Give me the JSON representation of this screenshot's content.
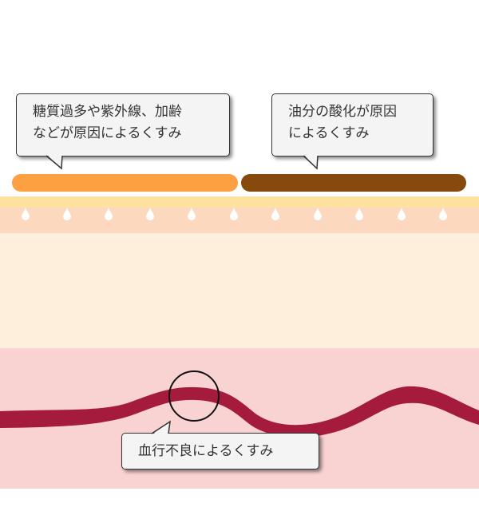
{
  "callouts": {
    "sugar": {
      "line1": "糖質過多や紫外線、加齢",
      "line2": "などが原因によるくすみ"
    },
    "oil": {
      "line1": "油分の酸化が原因",
      "line2": "によるくすみ"
    },
    "blood": {
      "text": "血行不良によるくすみ"
    }
  },
  "colors": {
    "orange_bar": "#fca041",
    "brown_bar": "#874a0c",
    "surface_yellow": "#fde1a0",
    "epidermis": "#fcd8be",
    "dermis": "#fdefdb",
    "subcutis": "#f9d2d2",
    "vessel": "#a51b3d",
    "droplet": "#ffffff"
  },
  "icons": {
    "droplet": "droplet-icon",
    "magnifier": "circle-highlight"
  }
}
